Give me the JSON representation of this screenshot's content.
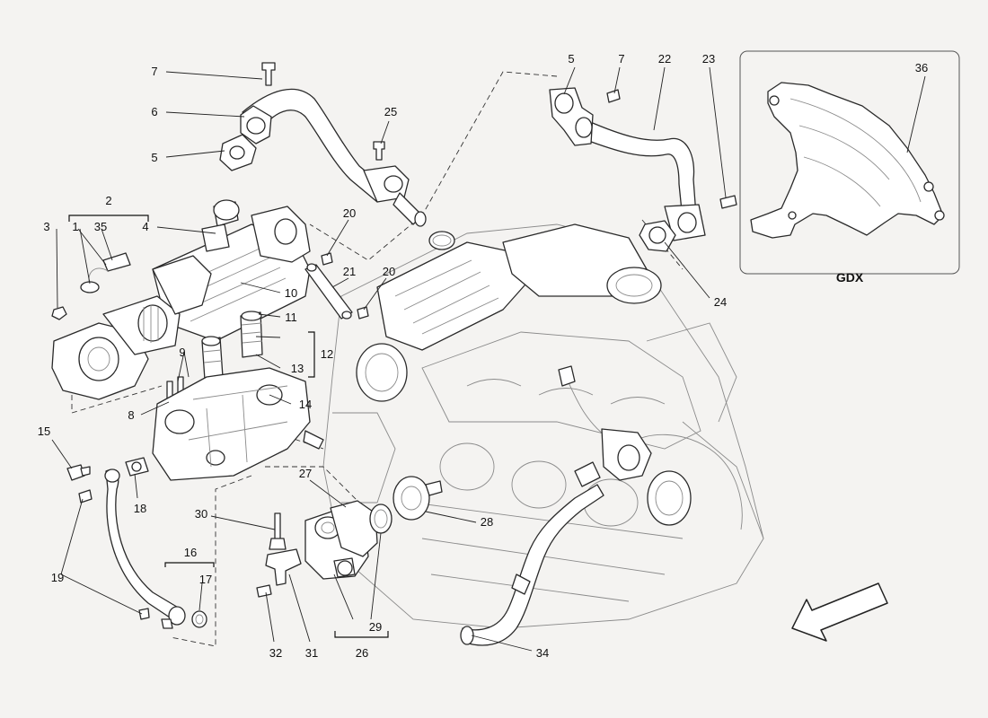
{
  "inset": {
    "label": "GDX"
  },
  "callouts": {
    "c1": "1",
    "c2": "2",
    "c3": "3",
    "c4": "4",
    "c5a": "5",
    "c5b": "5",
    "c6": "6",
    "c7a": "7",
    "c7b": "7",
    "c8": "8",
    "c9": "9",
    "c10": "10",
    "c11": "11",
    "c12": "12",
    "c13": "13",
    "c14": "14",
    "c15": "15",
    "c16": "16",
    "c17": "17",
    "c18": "18",
    "c19": "19",
    "c20a": "20",
    "c20b": "20",
    "c21": "21",
    "c22": "22",
    "c23": "23",
    "c24": "24",
    "c25": "25",
    "c26": "26",
    "c27": "27",
    "c28": "28",
    "c29": "29",
    "c30": "30",
    "c31": "31",
    "c32": "32",
    "c34": "34",
    "c35": "35",
    "c36": "36"
  },
  "colors": {
    "line": "#2a2a2a",
    "background": "#f4f3f1",
    "paper": "#ffffff"
  },
  "icons": {
    "direction": "direction-arrow-icon"
  }
}
